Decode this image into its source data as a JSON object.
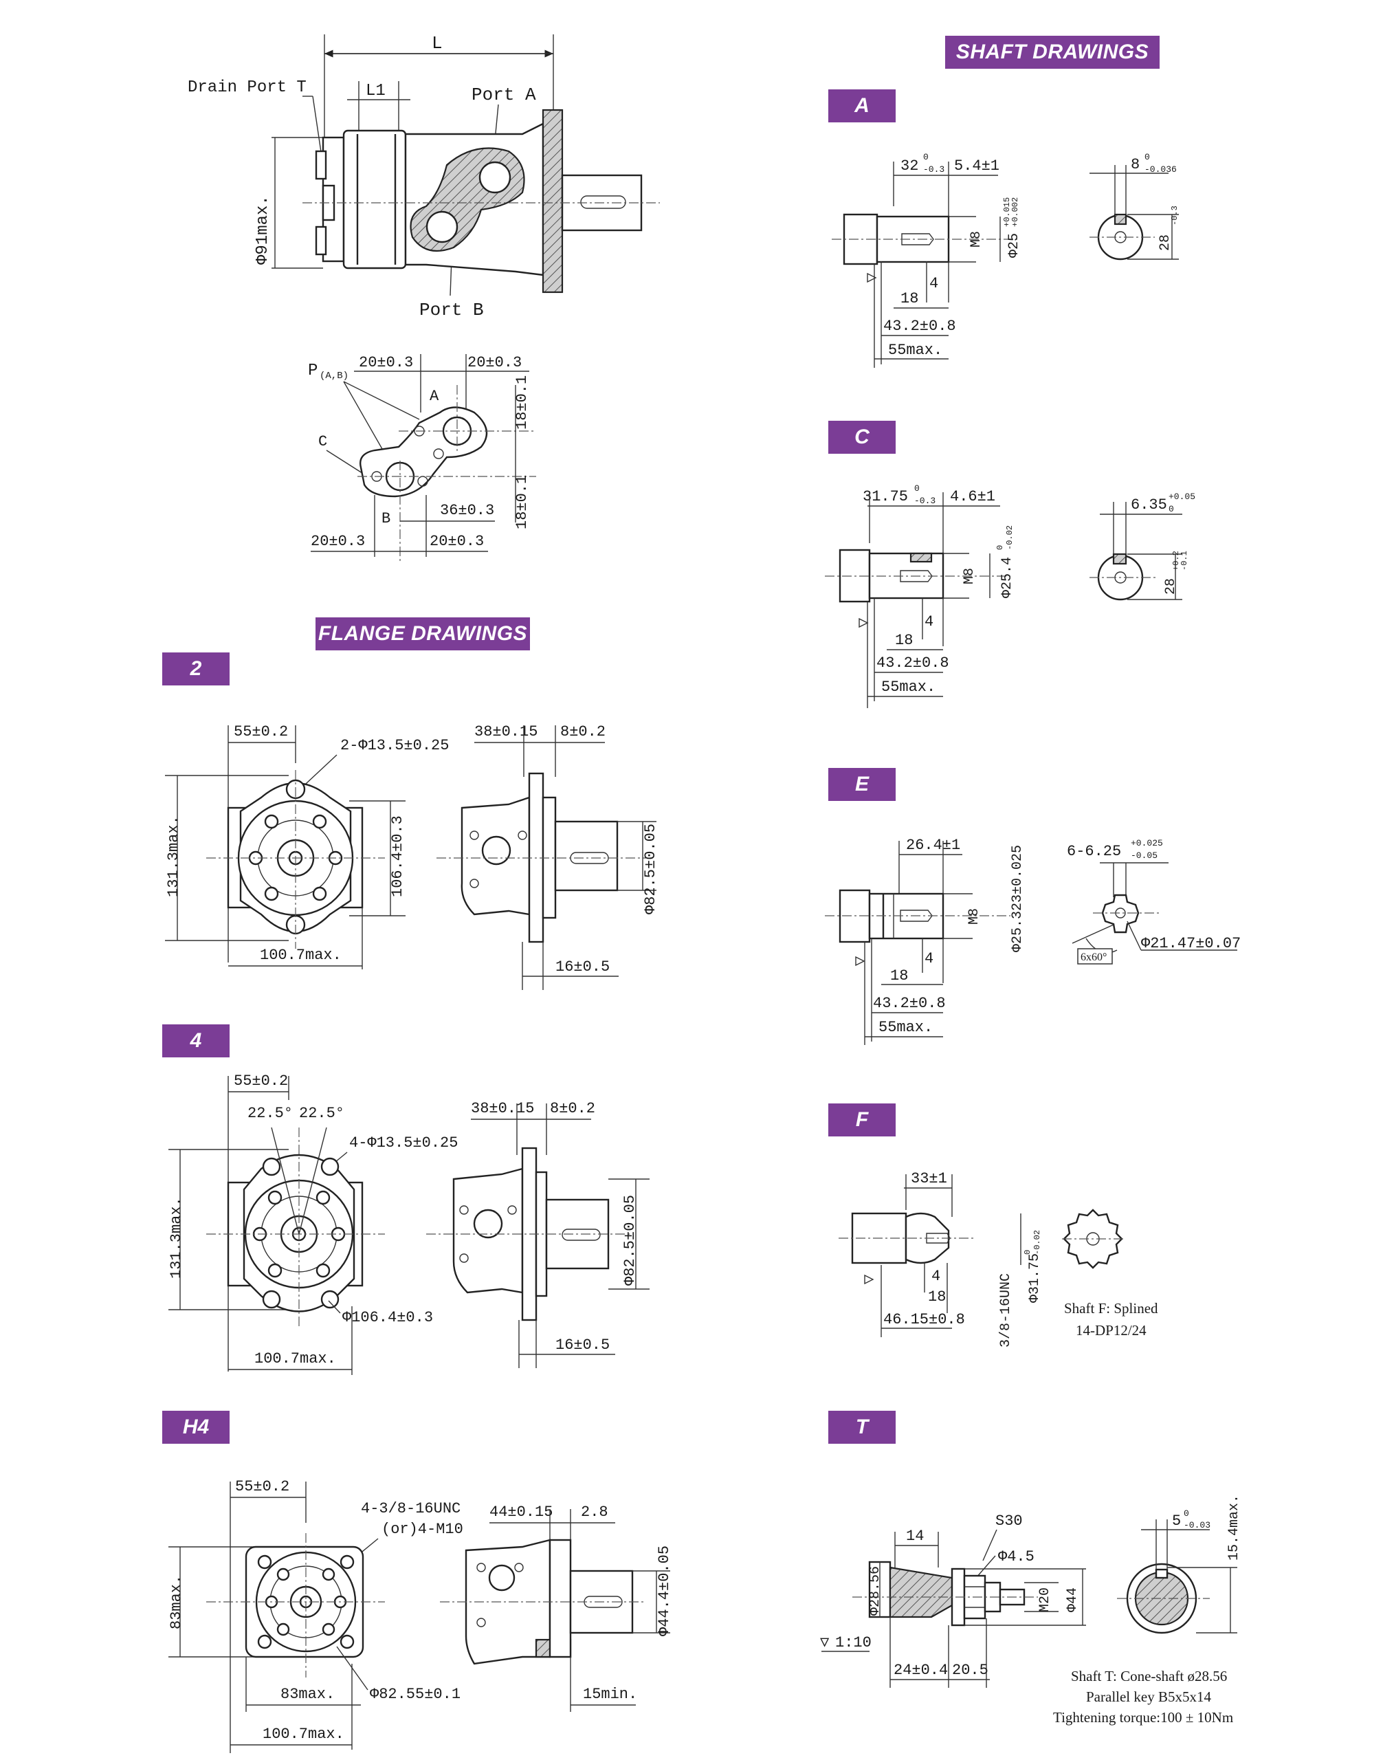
{
  "headers": {
    "shaft": "SHAFT DRAWINGS",
    "flange": "FLANGE DRAWINGS"
  },
  "colors": {
    "accent": "#7b3d96"
  },
  "motor": {
    "L": "L",
    "L1": "L1",
    "drain_port": "Drain Port T",
    "port_a": "Port A",
    "port_b": "Port B",
    "diameter": "Φ91max."
  },
  "port_detail": {
    "p": "P",
    "p_sub": "(A,B)",
    "a": "A",
    "b": "B",
    "c": "C",
    "d_top_left": "20±0.3",
    "d_top_right": "20±0.3",
    "d_v1": "18±0.1",
    "d_v2": "18±0.1",
    "d_36": "36±0.3",
    "d_bot_left": "20±0.3",
    "d_bot_right": "20±0.3"
  },
  "flanges": [
    {
      "tag": "2",
      "d55": "55±0.2",
      "holes": "2-Φ13.5±0.25",
      "h131": "131.3max.",
      "d106": "106.4±0.3",
      "w100": "100.7max.",
      "d38": "38±0.15",
      "d8": "8±0.2",
      "d82": "Φ82.5±0.05",
      "d16": "16±0.5"
    },
    {
      "tag": "4",
      "d55": "55±0.2",
      "ang1": "22.5°",
      "ang2": "22.5°",
      "holes": "4-Φ13.5±0.25",
      "h131": "131.3max.",
      "d106": "Φ106.4±0.3",
      "w100": "100.7max.",
      "d38": "38±0.15",
      "d8": "8±0.2",
      "d82": "Φ82.5±0.05",
      "d16": "16±0.5"
    },
    {
      "tag": "H4",
      "d55": "55±0.2",
      "holes1": "4-3/8-16UNC",
      "holes2": "(or)4-M10",
      "h83": "83max.",
      "w83": "83max.",
      "d82": "Φ82.55±0.1",
      "w100": "100.7max.",
      "d44": "44±0.15",
      "d2_8": "2.8",
      "d44_4": "Φ44.4±0.05",
      "d15": "15min."
    }
  ],
  "shafts": [
    {
      "tag": "A",
      "d32": "32",
      "d32_tol_u": "0",
      "d32_tol_l": "-0.3",
      "d5_4": "5.4±1",
      "m8": "M8",
      "dia": "Φ25",
      "dia_tol_u": "+0.015",
      "dia_tol_l": "+0.002",
      "d4": "4",
      "d18": "18",
      "d43": "43.2±0.8",
      "d55": "55max.",
      "key": "8",
      "key_tol_u": "0",
      "key_tol_l": "-0.036",
      "d28": "28",
      "d28_tol": "-0.3"
    },
    {
      "tag": "C",
      "d31": "31.75",
      "d31_tol_u": "0",
      "d31_tol_l": "-0.3",
      "d4_6": "4.6±1",
      "m8": "M8",
      "dia": "Φ25.4",
      "dia_tol_u": "0",
      "dia_tol_l": "-0.02",
      "d4": "4",
      "d18": "18",
      "d43": "43.2±0.8",
      "d55": "55max.",
      "key": "6.35",
      "key_tol_u": "+0.05",
      "key_tol_l": "0",
      "d28": "28",
      "d28_tol_u": "+0.2",
      "d28_tol_l": "-0.1"
    },
    {
      "tag": "E",
      "d26": "26.4±1",
      "m8": "M8",
      "dia": "Φ25.323±0.025",
      "d4": "4",
      "d18": "18",
      "d43": "43.2±0.8",
      "d55": "55max.",
      "spline": "6-6.25",
      "spline_tol_u": "+0.025",
      "spline_tol_l": "-0.05",
      "d21": "Φ21.47±0.07",
      "ang": "6x60°"
    },
    {
      "tag": "F",
      "d33": "33±1",
      "d4": "4",
      "d18": "18",
      "d46": "46.15±0.8",
      "unc": "3/8-16UNC",
      "dia": "Φ31.75",
      "dia_tol_u": "0",
      "dia_tol_l": "-0.02",
      "note1": "Shaft F: Splined",
      "note2": "14-DP12/24"
    },
    {
      "tag": "T",
      "s30": "S30",
      "d14": "14",
      "d4_5": "Φ4.5",
      "d28": "Φ28.56",
      "m20": "M20",
      "d44": "Φ44",
      "taper": "1:10",
      "d24": "24±0.4",
      "d20": "20.5",
      "key": "5",
      "key_tol_u": "0",
      "key_tol_l": "-0.03",
      "d15": "15.4max.",
      "note1": "Shaft T: Cone-shaft ø28.56",
      "note2": "Parallel key B5x5x14",
      "note3": "Tightening torque:100 ± 10Nm"
    }
  ]
}
